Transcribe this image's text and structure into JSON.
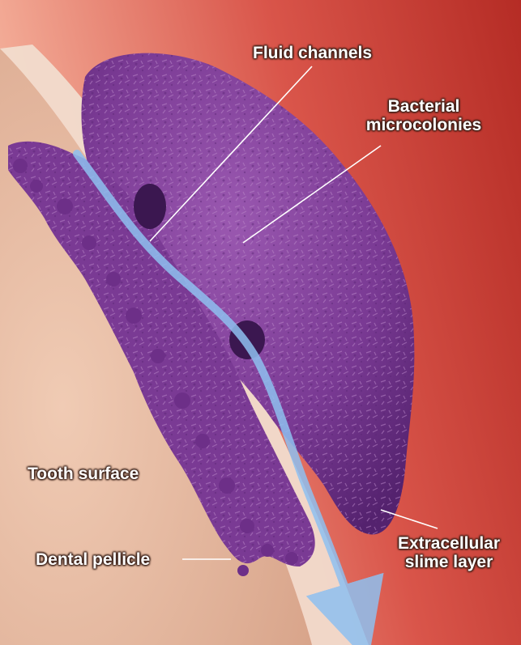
{
  "labels": {
    "fluid_channels": "Fluid channels",
    "bacterial_microcolonies_line1": "Bacterial",
    "bacterial_microcolonies_line2": "microcolonies",
    "tooth_surface": "Tooth surface",
    "dental_pellicle": "Dental pellicle",
    "extracellular_line1": "Extracellular",
    "extracellular_line2": "slime layer"
  },
  "colors": {
    "background_red": "#c9423a",
    "background_light": "#f3a08a",
    "tooth": "#e8bfa6",
    "tooth_dark": "#d9a58a",
    "pellicle": "#f2ddd0",
    "biofilm": "#7b3a95",
    "biofilm_dark": "#4e1e68",
    "biofilm_light": "#a66ab9",
    "fluid_flow": "#7fb2e6"
  }
}
